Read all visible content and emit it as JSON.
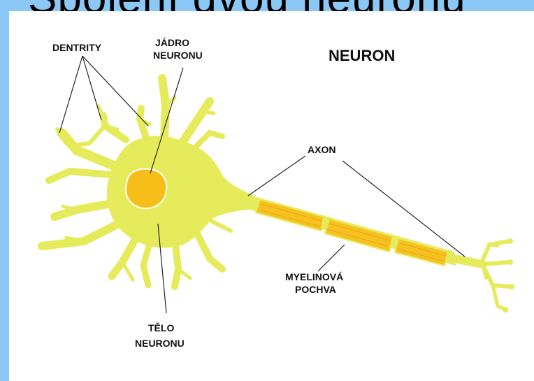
{
  "slide": {
    "title": "Spojení dvou neuronů",
    "frame_color": "#8cc8f5"
  },
  "diagram": {
    "title": "NEURON",
    "labels": {
      "dendrites": "DENTRITY",
      "nucleus_line1": "JÁDRO",
      "nucleus_line2": "NEURONU",
      "axon": "AXON",
      "myelin_line1": "MYELINOVÁ",
      "myelin_line2": "POCHVA",
      "body_line1": "TĚLO",
      "body_line2": "NEURONU"
    },
    "colors": {
      "cell_body": "#e6eb5c",
      "nucleus": "#f7be19",
      "myelin": "#f7c21f",
      "line": "#222222"
    }
  }
}
